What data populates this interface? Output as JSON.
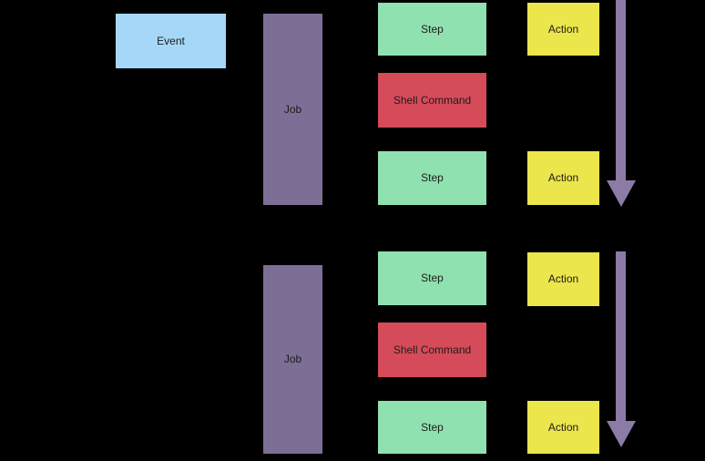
{
  "colors": {
    "background": "#000000",
    "event_fill": "#a5d8f8",
    "job_fill": "#7d6e96",
    "step_fill": "#90e1b0",
    "shell_fill": "#d64b59",
    "action_fill": "#ebe64b",
    "arrow_fill": "#8b7ba6",
    "label_text": "#1c1c1c"
  },
  "diagram": {
    "event": {
      "label": "Event"
    },
    "group1": {
      "job": {
        "label": "Job"
      },
      "step1": {
        "label": "Step"
      },
      "shell": {
        "label": "Shell Command"
      },
      "step2": {
        "label": "Step"
      },
      "action1": {
        "label": "Action"
      },
      "action2": {
        "label": "Action"
      }
    },
    "group2": {
      "job": {
        "label": "Job"
      },
      "step1": {
        "label": "Step"
      },
      "shell": {
        "label": "Shell Command"
      },
      "step2": {
        "label": "Step"
      },
      "action1": {
        "label": "Action"
      },
      "action2": {
        "label": "Action"
      }
    }
  }
}
